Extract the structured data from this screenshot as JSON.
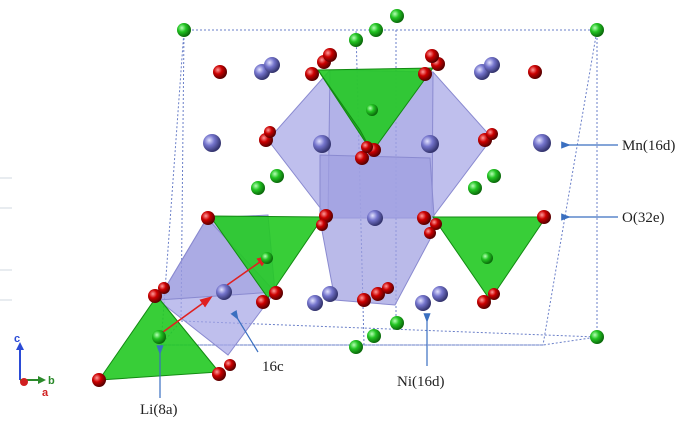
{
  "labels": {
    "mn": "Mn(16d)",
    "o": "O(32e)",
    "c16": "16c",
    "ni": "Ni(16d)",
    "li": "Li(8a)"
  },
  "axes": {
    "c": "c",
    "b": "b",
    "a": "a"
  },
  "colors": {
    "li_atom": "#1fb81f",
    "o_atom": "#c00000",
    "mn_atom": "#6b6bc4",
    "ni_atom": "#6b6bc4",
    "tetrahedron": "#22c922",
    "octahedron": "#a6a6e6",
    "cell_edge": "#6a7fc8",
    "pointer": "#3a6fc0",
    "hop_arrow": "#e02020",
    "axis_c": "#2b4bd6",
    "axis_b": "#2b8a2b",
    "axis_a": "#d02020"
  }
}
